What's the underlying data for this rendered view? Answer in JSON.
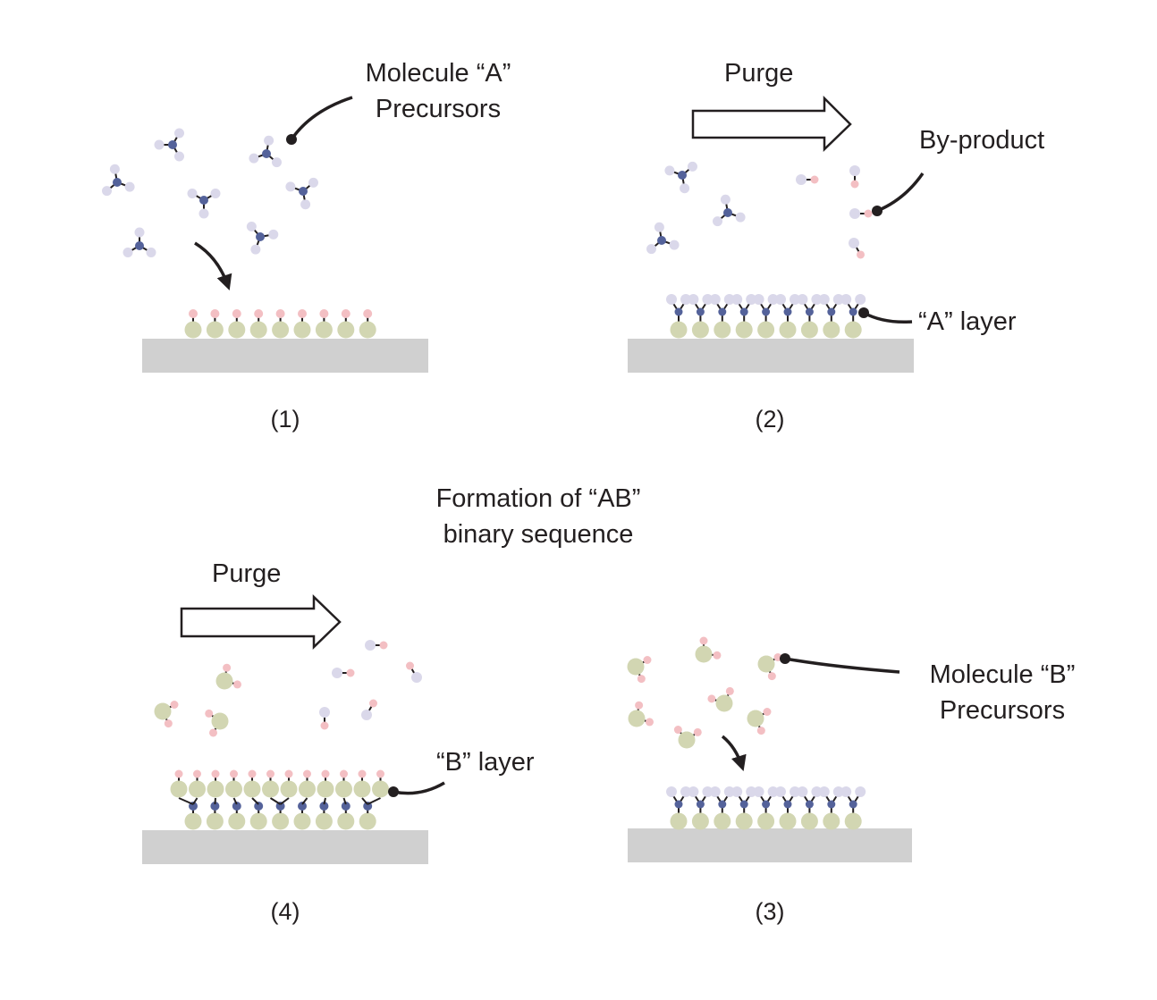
{
  "colors": {
    "substrate": "#d0d0d0",
    "core_atom": "#54629a",
    "ligand_atom": "#dad8ea",
    "reactive_atom": "#f3bfc3",
    "b_core_atom": "#d2d6b2",
    "bond": "#231f20",
    "leader": "#231f20",
    "text": "#231f20"
  },
  "icons": [
    "substrate-slab",
    "molecule-a-icon",
    "molecule-b-icon",
    "by-product-icon",
    "purge-arrow-icon",
    "reaction-arrow-icon"
  ],
  "labels": {
    "molecule_a": [
      "Molecule “A”",
      "Precursors"
    ],
    "purge_top": "Purge",
    "by_product": "By-product",
    "a_layer": "“A” layer",
    "formation": [
      "Formation of “AB”",
      "binary sequence"
    ],
    "purge_bottom": "Purge",
    "b_layer": "“B” layer",
    "molecule_b": [
      "Molecule “B”",
      "Precursors"
    ]
  },
  "panels": {
    "p1": "(1)",
    "p2": "(2)",
    "p3": "(3)",
    "p4": "(4)"
  }
}
